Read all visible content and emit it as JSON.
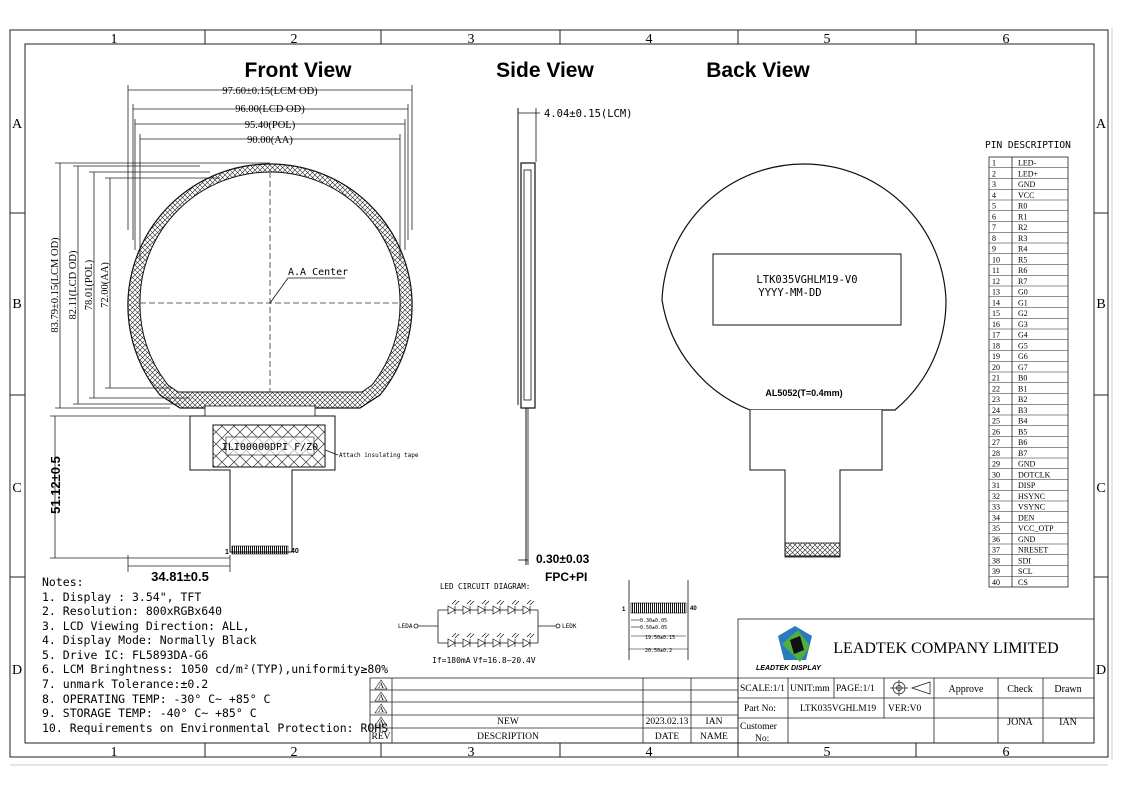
{
  "grid": {
    "columns": [
      "1",
      "2",
      "3",
      "4",
      "5",
      "6"
    ],
    "rows": [
      "A",
      "B",
      "C",
      "D"
    ]
  },
  "views": {
    "front": "Front View",
    "side": "Side View",
    "back": "Back View"
  },
  "front_dims": {
    "lcm_od_w": "97.60±0.15(LCM OD)",
    "lcd_od_w": "96.00(LCD OD)",
    "pol_w": "95.40(POL)",
    "aa_w": "90.00(AA)",
    "lcm_od_h": "83.79±0.15(LCM OD)",
    "lcd_od_h": "82.11(LCD OD)",
    "pol_h": "78.01(POL)",
    "aa_h": "72.00(AA)",
    "aa_center": "A.A Center",
    "fpc_len": "51.12±0.5",
    "fpc_off": "34.81±0.5",
    "chip": "ILI00000DPI F/Z0",
    "insulating": "Attach insulating tape",
    "pin_first": "1",
    "pin_last": "40"
  },
  "side_dims": {
    "thickness": "4.04±0.15(LCM)",
    "fpc": "0.30±0.03",
    "fpc_type": "FPC+PI"
  },
  "back": {
    "label_line1": "LTK035VGHLM19-V0",
    "label_line2": "YYYY-MM-DD",
    "material": "AL5052(T=0.4mm)"
  },
  "pin_description": {
    "title": "PIN DESCRIPTION",
    "pins": [
      "LED-",
      "LED+",
      "GND",
      "VCC",
      "R0",
      "R1",
      "R2",
      "R3",
      "R4",
      "R5",
      "R6",
      "R7",
      "G0",
      "G1",
      "G2",
      "G3",
      "G4",
      "G5",
      "G6",
      "G7",
      "B0",
      "B1",
      "B2",
      "B3",
      "B4",
      "B5",
      "B6",
      "B7",
      "GND",
      "DOTCLK",
      "DISP",
      "HSYNC",
      "VSYNC",
      "DEN",
      "VCC_OTP",
      "GND",
      "NRESET",
      "SDI",
      "SCL",
      "CS"
    ]
  },
  "notes": {
    "title": "Notes:",
    "items": [
      "1. Display : 3.54\",  TFT",
      "2. Resolution: 800xRGBx640",
      "3. LCD Viewing Direction: ALL,",
      "4. Display Mode: Normally Black",
      "5. Drive IC: FL5893DA-G6",
      "6. LCM Bringhtness: 1050 cd/m²(TYP),uniformity≥80%",
      "7. unmark Tolerance:±0.2",
      "8. OPERATING TEMP: -30° C~ +85° C",
      "9. STORAGE TEMP: -40° C~ +85° C",
      "10. Requirements on Environmental Protection: ROHS"
    ]
  },
  "led": {
    "title": "LED CIRCUIT DIAGRAM:",
    "leda": "LEDA",
    "ledk": "LEDK",
    "spec_if": "If=180mA",
    "spec_vf": "Vf=16.8~20.4V"
  },
  "fpc_detail": {
    "pin_first": "1",
    "pin_last": "40",
    "d1": "0.30±0.05",
    "d2": "0.50±0.05",
    "d3": "19.50±0.15",
    "d4": "20.50±0.2"
  },
  "title_block": {
    "company": "LEADTEK COMPANY LIMITED",
    "logo_text": "LEADTEK DISPLAY",
    "scale": "SCALE:1/1",
    "unit": "UNIT:mm",
    "page": "PAGE:1/1",
    "approve": "Approve",
    "check": "Check",
    "drawn": "Drawn",
    "part_no_label": "Part No:",
    "part_no": "LTK035VGHLM19",
    "ver": "VER:V0",
    "customer_label1": "Customer",
    "customer_label2": "No:",
    "checker": "JONA",
    "drawer": "IAN"
  },
  "revision": {
    "desc": "NEW",
    "date": "2023.02.13",
    "name": "IAN",
    "h_rev": "REV",
    "h_desc": "DESCRIPTION",
    "h_date": "DATE",
    "h_name": "NAME",
    "marks": [
      "A",
      "A",
      "A",
      "A"
    ]
  }
}
